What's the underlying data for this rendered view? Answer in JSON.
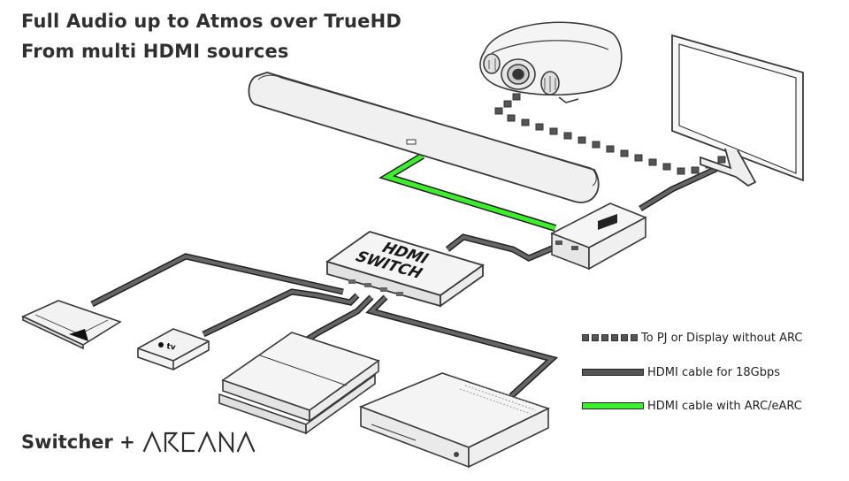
{
  "title": {
    "line1": "Full Audio up to Atmos over TrueHD",
    "line2": "From multi HDMI sources"
  },
  "switch_label": {
    "line1": "HDMI",
    "line2": "SWITCH"
  },
  "apple_tv_label": "tv",
  "legend": [
    {
      "style": "dotted",
      "label": "To PJ or Display without ARC"
    },
    {
      "style": "solid",
      "label": "HDMI cable for 18Gbps"
    },
    {
      "style": "green",
      "label": "HDMI cable with ARC/eARC"
    }
  ],
  "branding": {
    "prefix": "Switcher +",
    "logo": "ARCANA"
  },
  "colors": {
    "cable": "#555555",
    "cable_outline": "#222222",
    "arc_green": "#3cef2c",
    "device_fill": "#f2f2f2",
    "device_stroke": "#3a3a3a",
    "title": "#2f2f2f"
  },
  "icons": [
    "projector-icon",
    "monitor-icon",
    "soundbar-icon",
    "arcana-box-icon",
    "hdmi-switch-icon",
    "tablet-icon",
    "apple-tv-icon",
    "playstation-icon",
    "xbox-icon"
  ]
}
